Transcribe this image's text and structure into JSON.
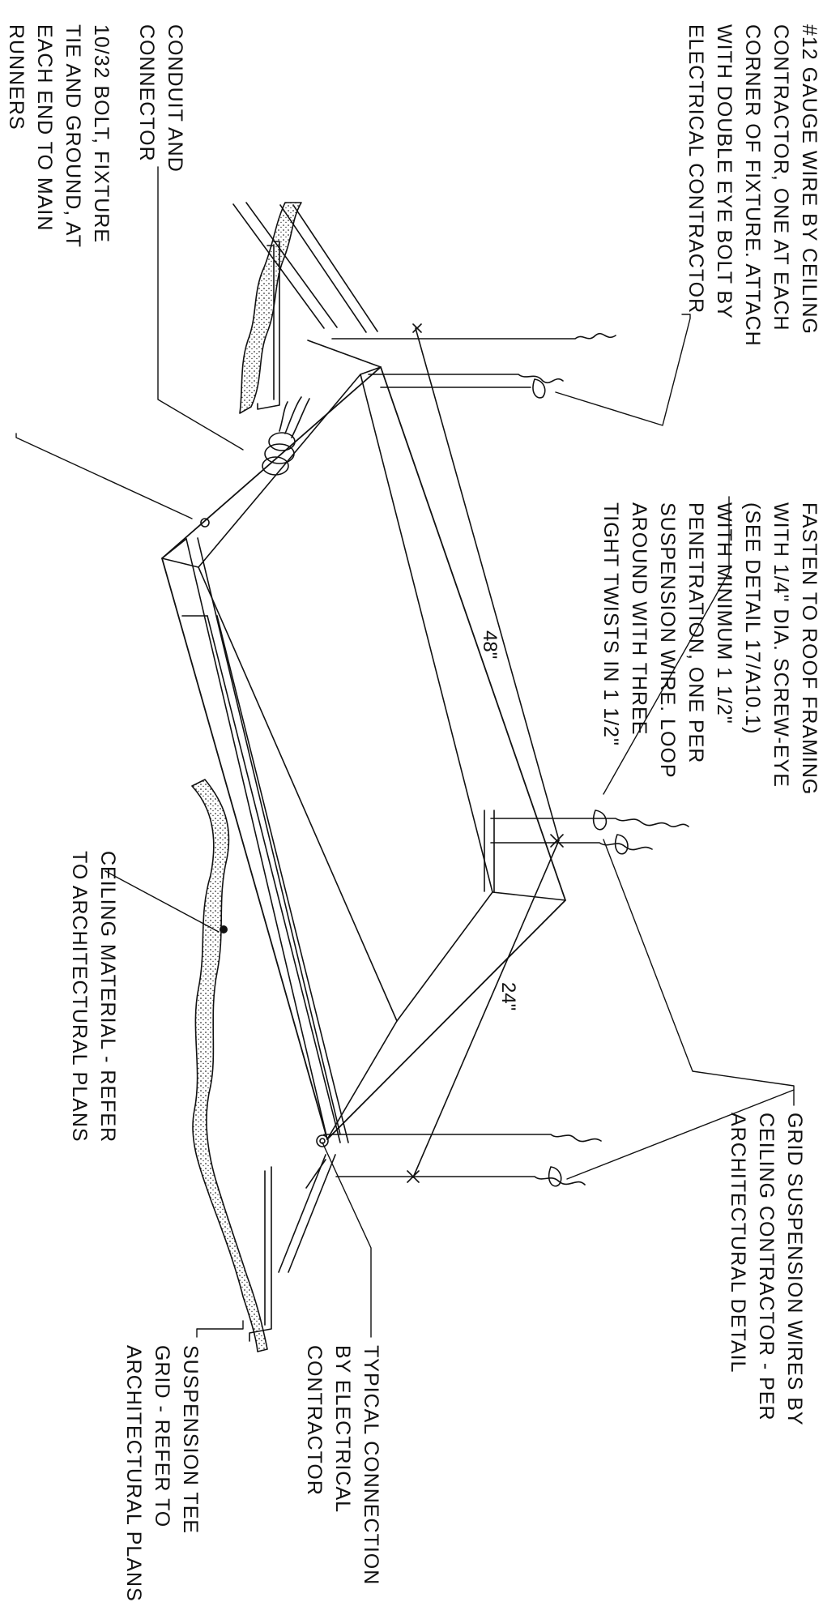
{
  "labels": {
    "wire_note": [
      "#12 GAUGE WIRE BY CEILING",
      "CONTRACTOR, ONE AT EACH",
      "CORNER OF FIXTURE. ATTACH",
      "WITH DOUBLE EYE BOLT BY",
      "ELECTRICAL CONTRACTOR"
    ],
    "conduit_note": [
      "CONDUIT AND",
      "CONNECTOR"
    ],
    "bolt_note": [
      "10/32 BOLT, FIXTURE",
      "TIE AND GROUND, AT",
      "EACH END TO MAIN",
      "RUNNERS"
    ],
    "fasten_note": [
      "FASTEN TO ROOF FRAMING",
      "WITH 1/4\" DIA. SCREW-EYE",
      "(SEE DETAIL 17/A10.1)",
      "WITH MINIMUM 1 1/2\"",
      "PENETRATION, ONE PER",
      "SUSPENSION WIRE. LOOP",
      "AROUND WITH THREE",
      "TIGHT TWISTS IN 1 1/2\""
    ],
    "ceiling_note": [
      "CEILING MATERIAL - REFER",
      "TO ARCHITECTURAL PLANS"
    ],
    "grid_wire_note": [
      "GRID SUSPENSION WIRES BY",
      "CEILING CONTRACTOR - PER",
      "ARCHITECTURAL DETAIL"
    ],
    "connection_note": [
      "TYPICAL CONNECTION",
      "BY ELECTRICAL",
      "CONTRACTOR"
    ],
    "tee_note": [
      "SUSPENSION TEE",
      "GRID - REFER TO",
      "ARCHITECTURAL PLANS"
    ]
  },
  "dimensions": {
    "length": "48\"",
    "width": "24\""
  }
}
